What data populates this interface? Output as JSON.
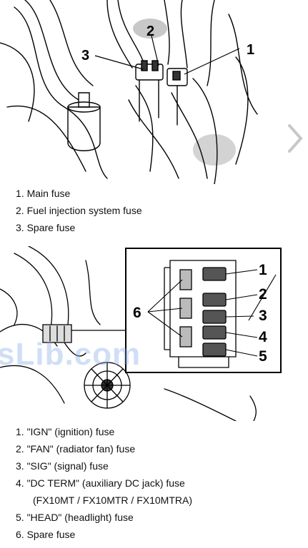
{
  "figure1": {
    "callouts": [
      "1",
      "2",
      "3"
    ]
  },
  "list1": [
    "1. Main fuse",
    "2. Fuel injection system fuse",
    "3. Spare fuse"
  ],
  "figure2": {
    "callouts": [
      "1",
      "2",
      "3",
      "4",
      "5",
      "6"
    ]
  },
  "watermark": "sLib.com",
  "list2": [
    "1. \"IGN\" (ignition) fuse",
    "2. \"FAN\" (radiator fan) fuse",
    "3. \"SIG\" (signal) fuse",
    "4. \"DC TERM\" (auxiliary DC jack) fuse",
    "(FX10MT / FX10MTR / FX10MTRA)",
    "5. \"HEAD\" (headlight) fuse",
    "6. Spare fuse"
  ],
  "nav": {
    "next_icon": "chevron-right-icon"
  }
}
